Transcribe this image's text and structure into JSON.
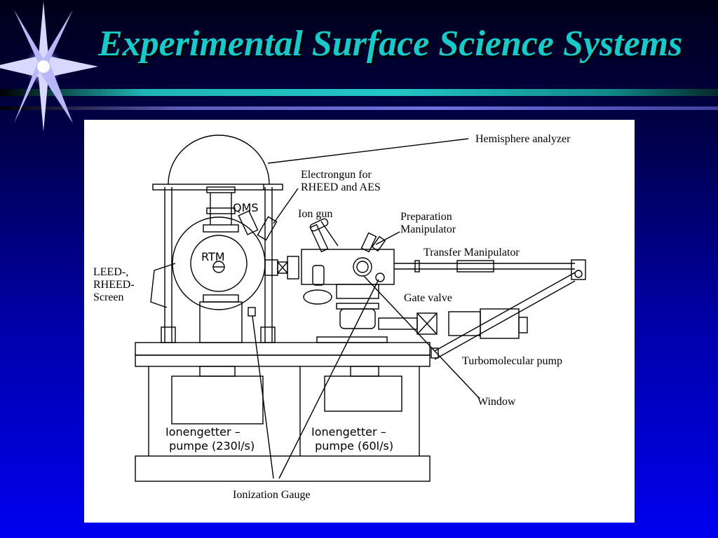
{
  "slide": {
    "title": "Experimental Surface Science Systems",
    "colors": {
      "background_top": "#000018",
      "background_bottom": "#0000f0",
      "title": "#19c9c9",
      "panel": "#ffffff"
    }
  },
  "diagram": {
    "labels": {
      "hemisphere_analyzer": "Hemisphere analyzer",
      "electron_gun": "Electrongun for\nRHEED and AES",
      "ion_gun": "Ion gun",
      "preparation_manipulator": "Preparation\nManipulator",
      "transfer_manipulator": "Transfer Manipulator",
      "leed_screen": "LEED-,\nRHEED-\nScreen",
      "gate_valve": "Gate valve",
      "turbomolecular_pump": "Turbomolecular pump",
      "window": "Window",
      "ionization_gauge": "Ionization Gauge"
    },
    "inner_labels": {
      "qms": "QMS",
      "rtm": "RTM",
      "pump_left": "Ionengetter –\n pumpe (230l/s)",
      "pump_right": "Ionengetter –\n pumpe (60l/s)"
    }
  }
}
